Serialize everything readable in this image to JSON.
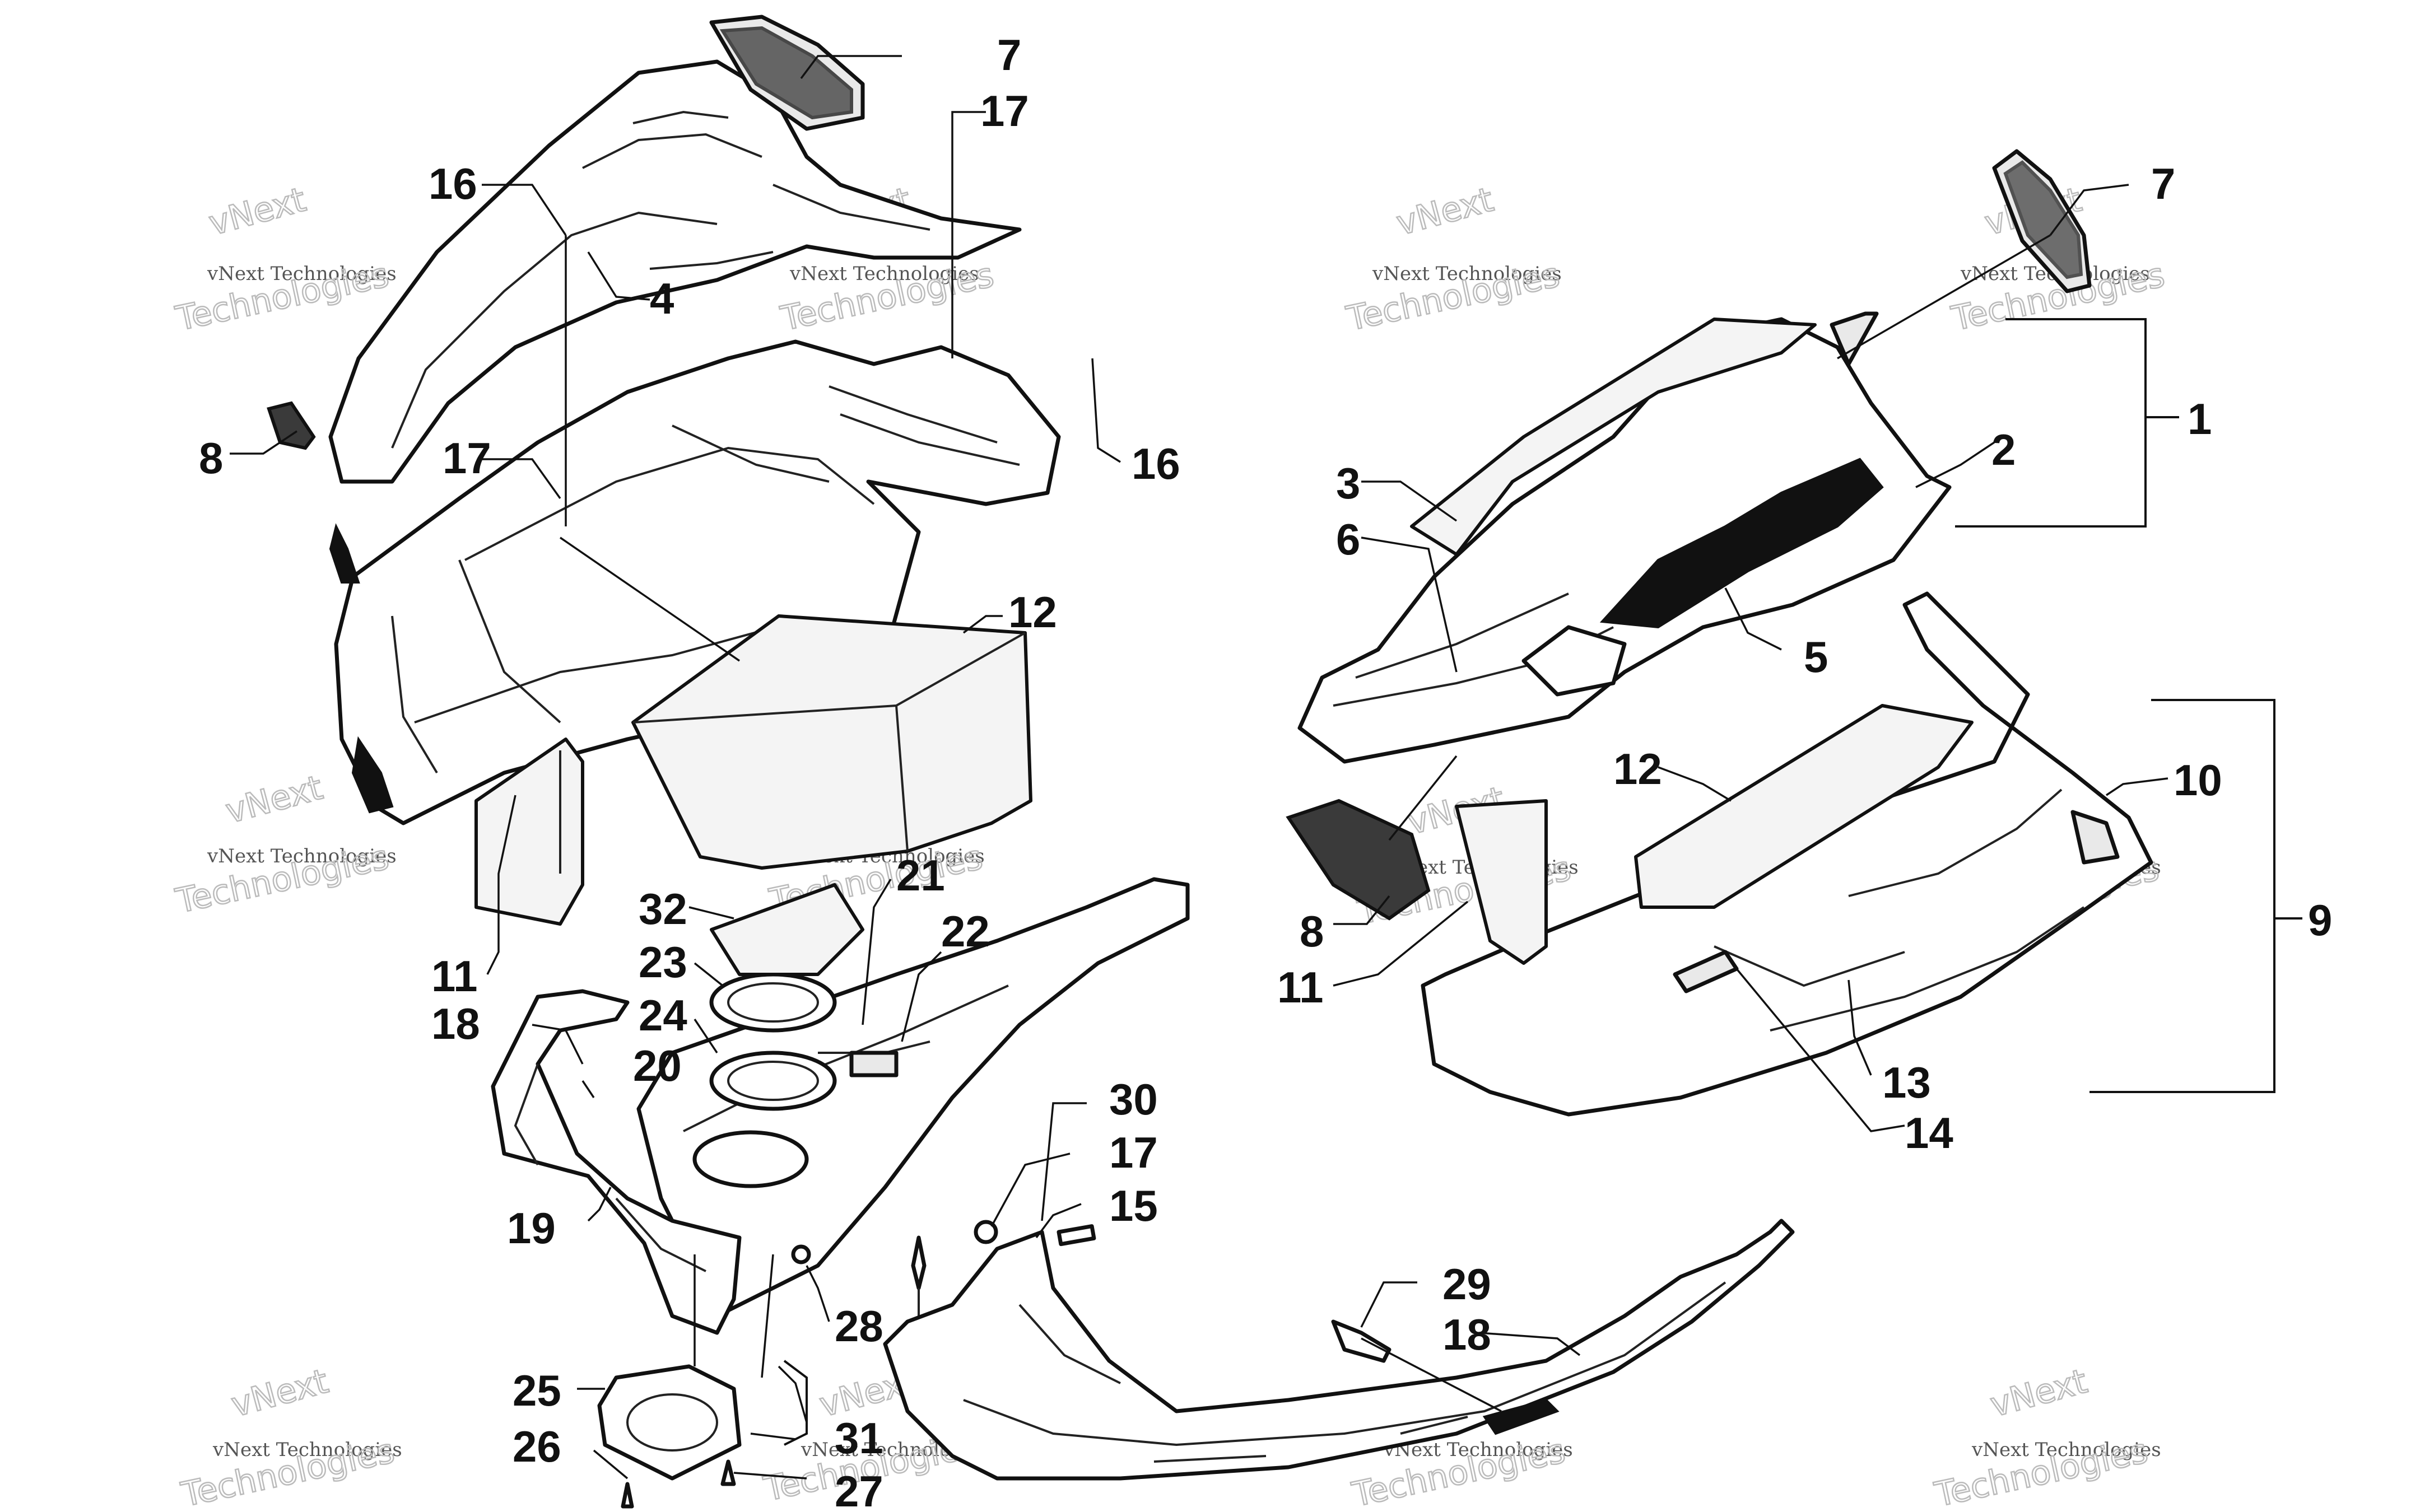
{
  "watermark": {
    "brand": "vNext",
    "line": "vNext Technologies",
    "word": "Technologies"
  },
  "callouts": {
    "c1": "1",
    "c2": "2",
    "c3": "3",
    "c4": "4",
    "c5": "5",
    "c6": "6",
    "c7a": "7",
    "c7b": "7",
    "c8a": "8",
    "c8b": "8",
    "c9": "9",
    "c10": "10",
    "c11a": "11",
    "c11b": "11",
    "c12a": "12",
    "c12b": "12",
    "c13": "13",
    "c14": "14",
    "c15": "15",
    "c16a": "16",
    "c16b": "16",
    "c17a": "17",
    "c17b": "17",
    "c17c": "17",
    "c18a": "18",
    "c18b": "18",
    "c19": "19",
    "c20": "20",
    "c21": "21",
    "c22": "22",
    "c23": "23",
    "c24": "24",
    "c25": "25",
    "c26": "26",
    "c27": "27",
    "c28": "28",
    "c29": "29",
    "c30": "30",
    "c31": "31",
    "c32": "32"
  }
}
